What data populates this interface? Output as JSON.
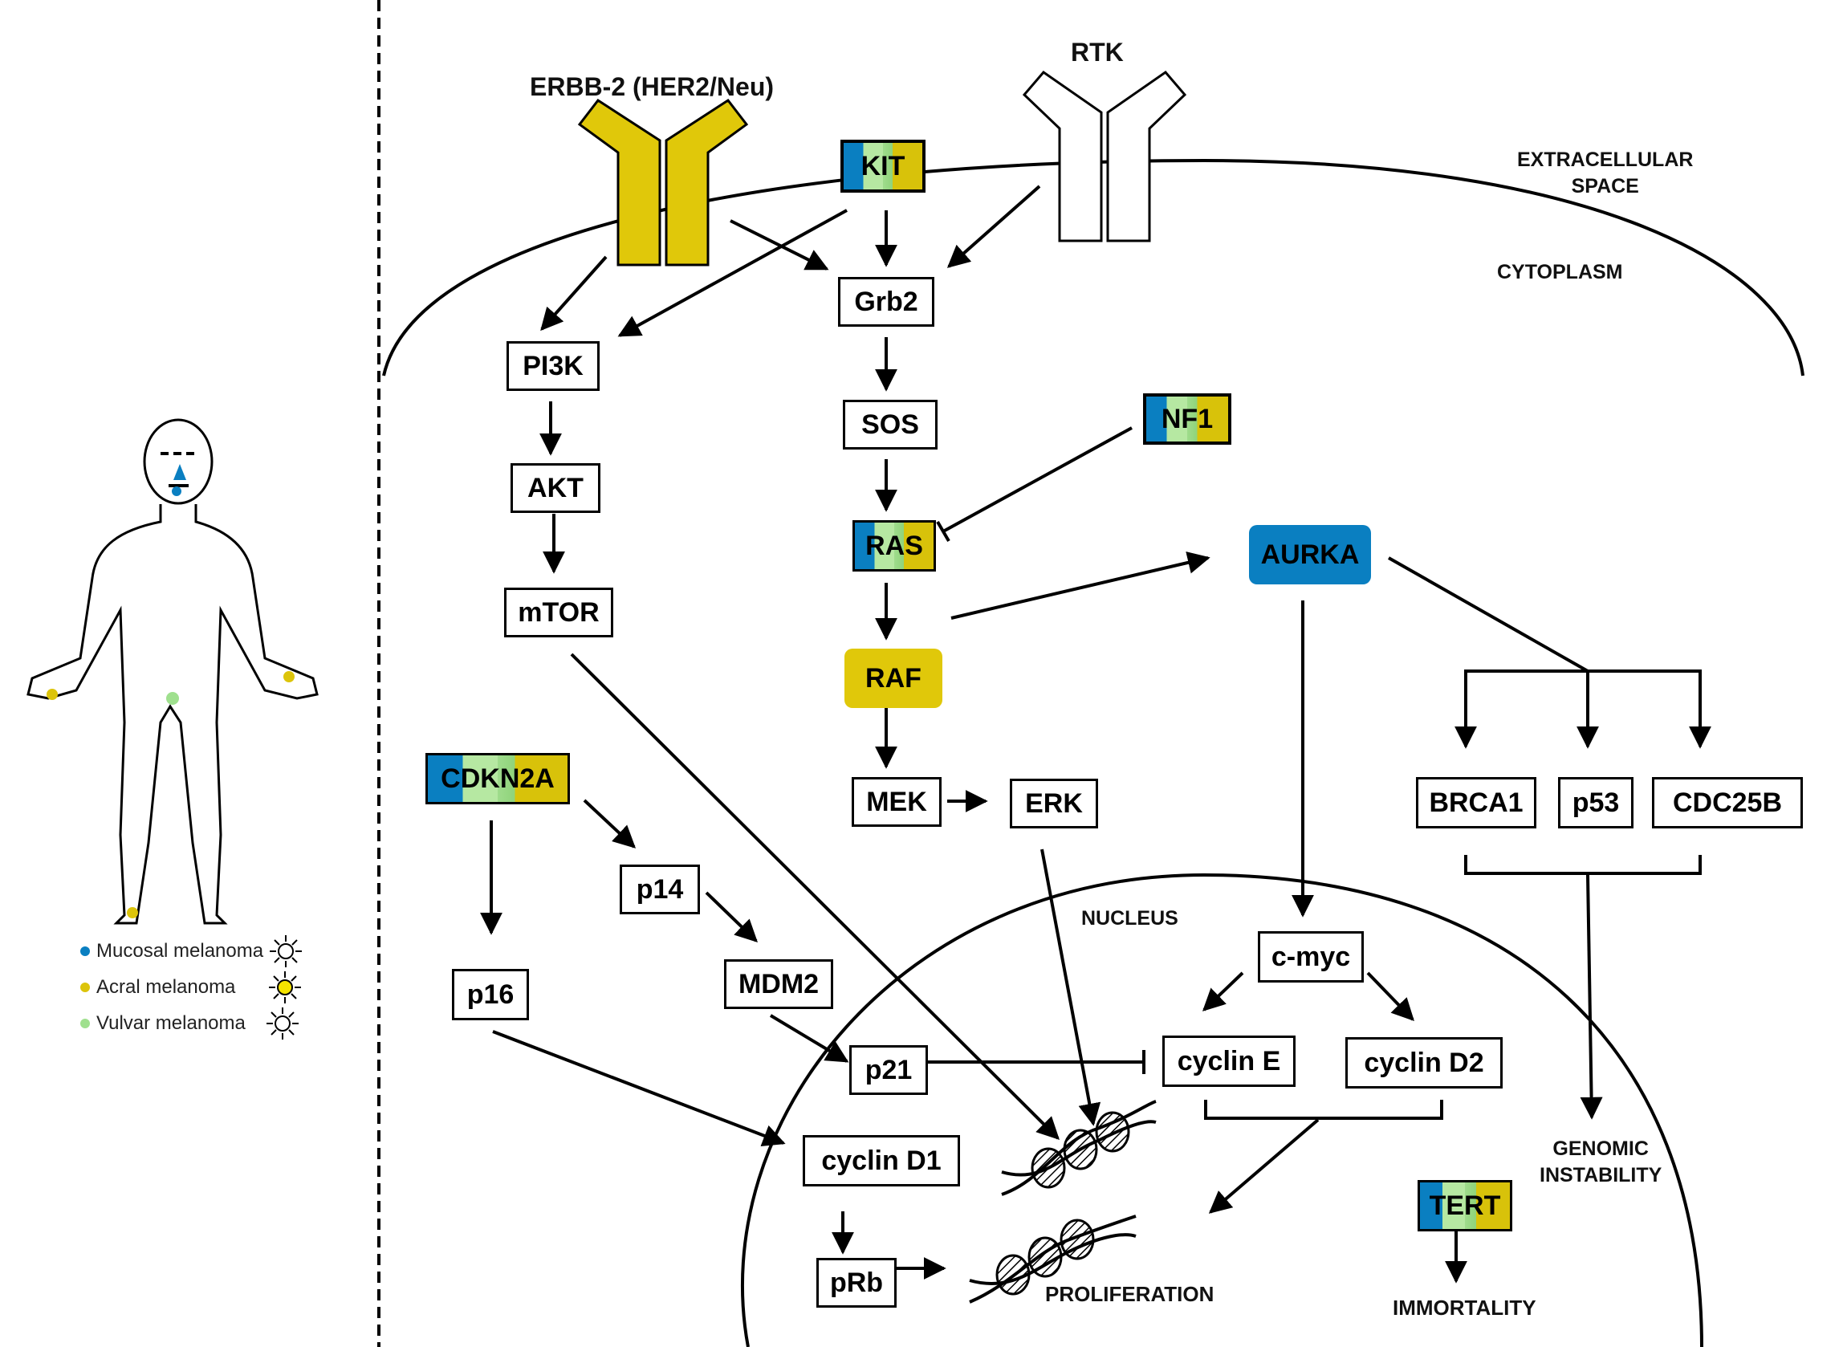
{
  "colors": {
    "mucosal": "#0a7fc1",
    "acral": "#dcc40a",
    "vulvar": "#9fe08e",
    "receptor_yellow": "#e0c80a",
    "aurka_blue": "#0a7fc1",
    "raf_yellow": "#e0c80a"
  },
  "regions": {
    "extracellular": "EXTRACELLULAR\nSPACE",
    "cytoplasm": "CYTOPLASM",
    "nucleus": "NUCLEUS"
  },
  "receptors": {
    "erbb2": "ERBB-2 (HER2/Neu)",
    "rtk": "RTK"
  },
  "nodes": {
    "kit": "KIT",
    "grb2": "Grb2",
    "pi3k": "PI3K",
    "sos": "SOS",
    "nf1": "NF1",
    "akt": "AKT",
    "ras": "RAS",
    "aurka": "AURKA",
    "mtor": "mTOR",
    "raf": "RAF",
    "cdkn2a": "CDKN2A",
    "mek": "MEK",
    "erk": "ERK",
    "brca1": "BRCA1",
    "p53": "p53",
    "cdc25b": "CDC25B",
    "p14": "p14",
    "mdm2": "MDM2",
    "p16": "p16",
    "cmyc": "c-myc",
    "p21": "p21",
    "cyclin_e": "cyclin E",
    "cyclin_d2": "cyclin D2",
    "cyclin_d1": "cyclin D1",
    "prb": "pRb",
    "tert": "TERT"
  },
  "outcomes": {
    "proliferation": "PROLIFERATION",
    "genomic_instability": "GENOMIC\nINSTABILITY",
    "immortality": "IMMORTALITY"
  },
  "legend": [
    {
      "label": "Mucosal melanoma",
      "color": "#0a7fc1",
      "sun": "none"
    },
    {
      "label": "Acral melanoma",
      "color": "#dcc40a",
      "sun": "yellow"
    },
    {
      "label": "Vulvar melanoma",
      "color": "#9fe08e",
      "sun": "none"
    }
  ],
  "body_icon": "human-body-outline-icon",
  "sun_icon": "sun-icon",
  "dna_icon": "dna-helix-icon"
}
